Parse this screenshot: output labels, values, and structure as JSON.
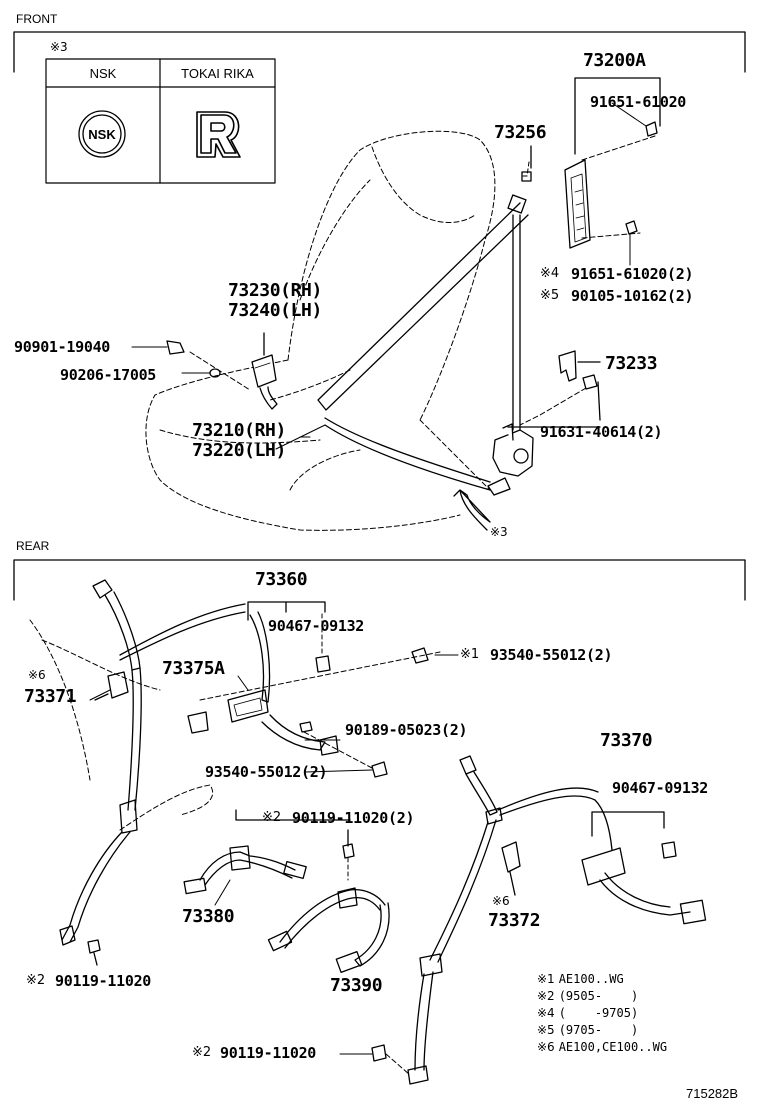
{
  "sections": {
    "front": "FRONT",
    "rear": "REAR"
  },
  "mark_note_3": "※3",
  "maker_table": {
    "col1": "NSK",
    "col2": "TOKAI RIKA"
  },
  "front": {
    "p73200A": "73200A",
    "p91651_61020": "91651-61020",
    "p73256": "73256",
    "n4": "※4",
    "p91651_61020_2": "91651-61020(2)",
    "n5": "※5",
    "p90105_10162_2": "90105-10162(2)",
    "p73233": "73233",
    "p91631_40614_2": "91631-40614(2)",
    "p73230": "73230(RH)",
    "p73240": "73240(LH)",
    "p90901_19040": "90901-19040",
    "p90206_17005": "90206-17005",
    "p73210": "73210(RH)",
    "p73220": "73220(LH)",
    "arrow_note": "※3"
  },
  "rear": {
    "p73360": "73360",
    "p90467_09132_a": "90467-09132",
    "n1": "※1",
    "p93540_55012_2_a": "93540-55012(2)",
    "n6a": "※6",
    "p73371": "73371",
    "p73375A": "73375A",
    "p90189_05023_2": "90189-05023(2)",
    "p93540_55012_2_b": "93540-55012(2)",
    "n2a": "※2",
    "p90119_11020_2": "90119-11020(2)",
    "p73370": "73370",
    "p90467_09132_b": "90467-09132",
    "p73380": "73380",
    "n6b": "※6",
    "p73372": "73372",
    "n2b": "※2",
    "p90119_11020_a": "90119-11020",
    "p73390": "73390",
    "n2c": "※2",
    "p90119_11020_b": "90119-11020"
  },
  "notes": [
    {
      "mark": "※1",
      "text": "AE100..WG"
    },
    {
      "mark": "※2",
      "text": "(9505-    )"
    },
    {
      "mark": "※4",
      "text": "(    -9705)"
    },
    {
      "mark": "※5",
      "text": "(9705-    )"
    },
    {
      "mark": "※6",
      "text": "AE100,CE100..WG"
    }
  ],
  "drawing_number": "715282B"
}
